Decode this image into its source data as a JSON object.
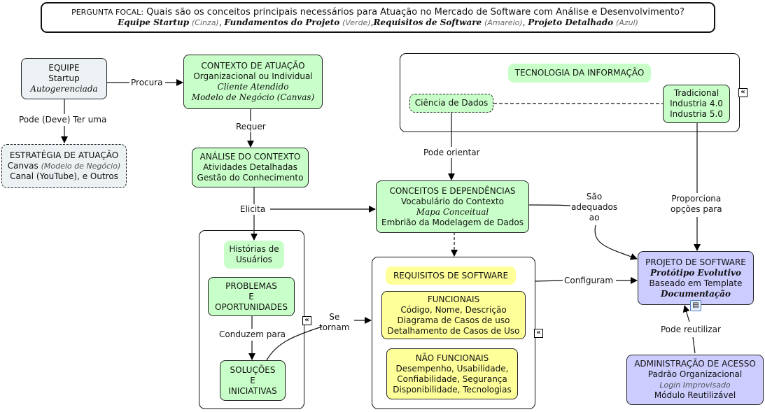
{
  "focal_question": {
    "prefix": "PERGUNTA FOCAL:",
    "question": " Quais são os conceitos principais necessários para Atuação no Mercado de Software com Análise e Desenvolvimento?",
    "legend": [
      {
        "name": "Equipe Startup",
        "color_name": "(Cinza)"
      },
      {
        "name": "Fundamentos do Projeto",
        "color_name": "(Verde)"
      },
      {
        "name": "Requisitos de Software",
        "color_name": "(Amarelo)"
      },
      {
        "name": "Projeto Detalhado",
        "color_name": "(Azul)"
      }
    ]
  },
  "colors": {
    "gray": "#ecf2f4",
    "green": "#c8ffc8",
    "yellow": "#ffff9a",
    "blue": "#ccccff"
  },
  "nodes": {
    "equipe": {
      "lines": [
        "EQUIPE",
        "Startup",
        "Autogerenciada"
      ]
    },
    "estrategia": {
      "lines": [
        "ESTRATÉGIA DE ATUAÇÃO",
        "Canvas",
        "(Modelo de Negócio)",
        "Canal (YouTube), e Outros"
      ]
    },
    "contexto_atuacao": {
      "lines": [
        "CONTEXTO DE ATUAÇÃO",
        "Organizacional ou Individual",
        "Cliente Atendido",
        "Modelo de Negócio (Canvas)"
      ]
    },
    "analise_contexto": {
      "lines": [
        "ANÁLISE DO CONTEXTO",
        "Atividades Detalhadas",
        "Gestão do Conhecimento"
      ]
    },
    "tecnologia": {
      "title": "TECNOLOGIA DA INFORMAÇÃO"
    },
    "ciencia_dados": {
      "lines": [
        "Ciência de Dados"
      ]
    },
    "tradicional": {
      "lines": [
        "Tradicional",
        "Industria 4.0",
        "Industria 5.0"
      ]
    },
    "conceitos": {
      "lines": [
        "CONCEITOS E DEPENDÊNCIAS",
        "Vocabulário do Contexto",
        "Mapa Conceitual",
        "Embrião da Modelagem de Dados"
      ]
    },
    "historias": {
      "lines": [
        "Histórias de",
        "Usuários"
      ]
    },
    "problemas": {
      "lines": [
        "PROBLEMAS",
        "E",
        "OPORTUNIDADES"
      ]
    },
    "solucoes": {
      "lines": [
        "SOLUÇÕES",
        "E",
        "INICIATIVAS"
      ]
    },
    "requisitos": {
      "title": "REQUISITOS DE SOFTWARE"
    },
    "funcionais": {
      "lines": [
        "FUNCIONAIS",
        "Código, Nome, Descrição",
        "Diagrama de Casos de uso",
        "Detalhamento de Casos de Uso"
      ]
    },
    "nao_funcionais": {
      "lines": [
        "NÃO FUNCIONAIS",
        "Desempenho, Usabilidade,",
        "Confiabilidade, Segurança",
        "Disponibilidade, Tecnologias"
      ]
    },
    "projeto": {
      "lines": [
        "PROJETO DE SOFTWARE",
        "Protótipo Evolutivo",
        "Baseado em Template",
        "Documentação"
      ]
    },
    "admin": {
      "lines": [
        "ADMINISTRAÇÃO DE ACESSO",
        "Padrão Organizacional",
        "Login Improvisado",
        "Módulo Reutilizável"
      ]
    }
  },
  "links": {
    "procura": "Procura",
    "pode_deve": "Pode (Deve) Ter uma",
    "requer": "Requer",
    "elicita": "Elicita",
    "pode_orientar": "Pode orientar",
    "sao_adequados": [
      "São",
      "adequados",
      "ao"
    ],
    "proporciona": [
      "Proporciona",
      "opções para"
    ],
    "conduzem": "Conduzem para",
    "se_tornam": [
      "Se",
      "tornam"
    ],
    "configuram": "Configuram",
    "pode_reutilizar": "Pode reutilizar"
  },
  "icons": {
    "collapse": "«",
    "document": "▤"
  }
}
